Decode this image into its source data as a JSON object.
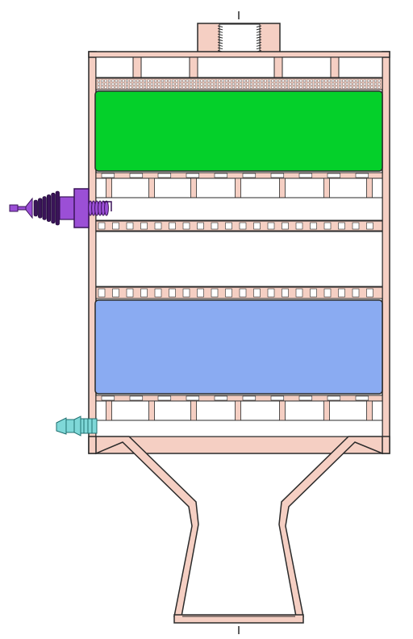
{
  "colors": {
    "wall": "#f5cfc3",
    "outline": "#2a2a2a",
    "green_layer": "#04d02a",
    "blue_layer": "#8aabf2",
    "spark_plug": "#9b4fd6",
    "spark_plug_dark": "#3a1458",
    "nozzle": "#7fd8d8",
    "background": "#ffffff"
  },
  "components": {
    "top_port": "threaded-port",
    "spark_plug": "spark-plug-icon",
    "inlet_nozzle": "hose-nozzle-icon",
    "layers": [
      "green-layer",
      "blue-layer"
    ],
    "cone": "converging-diverging-outlet"
  }
}
